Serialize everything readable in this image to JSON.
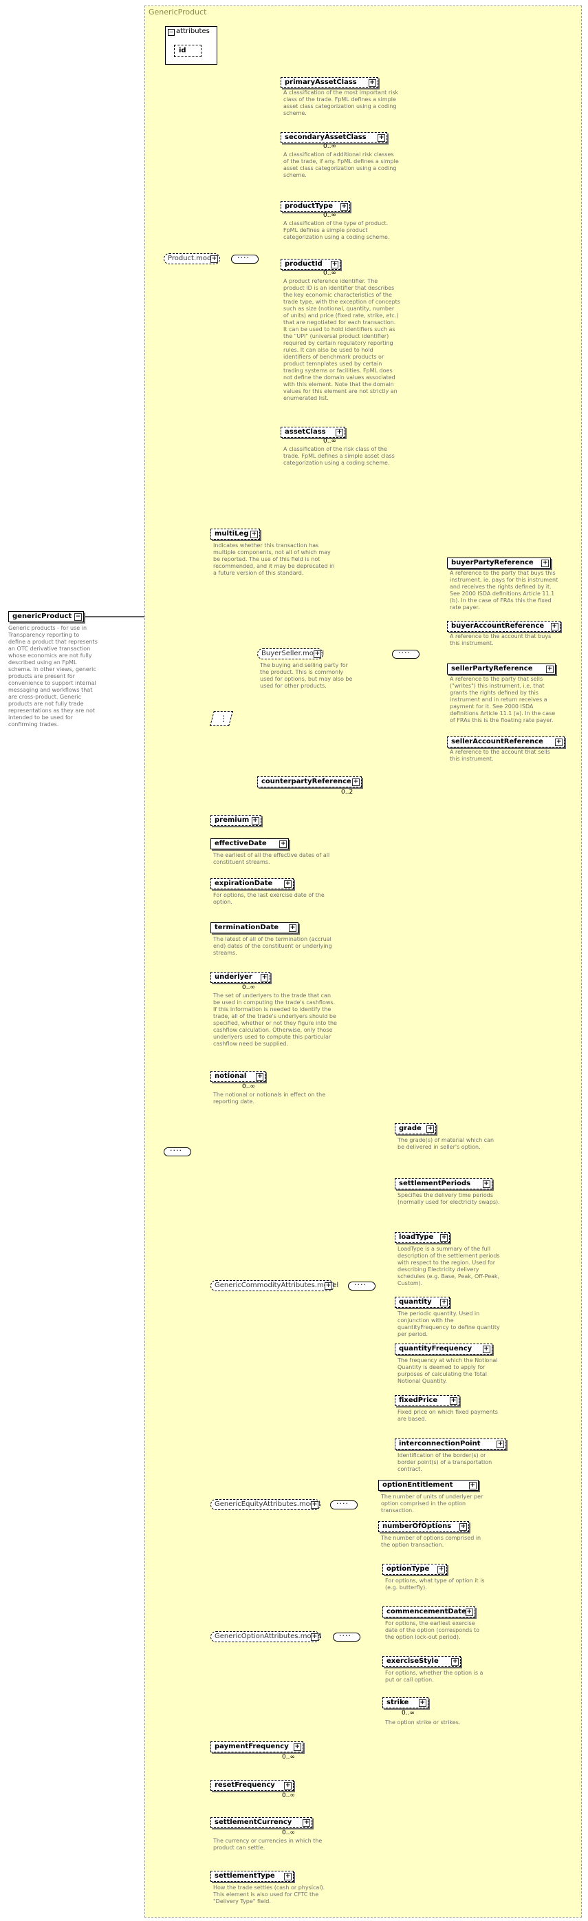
{
  "frame_title": "GenericProduct",
  "root": {
    "name": "genericProduct",
    "doc": "Generic products - for use in Transparency reporting to define a product that represents an OTC derivative transaction whose economics are not fully described using an FpML schema. In other views, generic products are present for convenience to support internal messaging and workflows that are cross-product. Generic products are not fully trade representations as they are not intended to be used for confirming trades."
  },
  "attributes": {
    "label": "attributes",
    "id": "id"
  },
  "groups": {
    "product_model": "Product.model",
    "buyer_seller_model": "BuyerSeller.model",
    "commodity": "GenericCommodityAttributes.model",
    "equity": "GenericEquityAttributes.model",
    "option": "GenericOptionAttributes.model"
  },
  "buyer_seller_doc": "The buying and selling party for the product. This is commonly used for options, but may also be used for other products.",
  "product_items": [
    {
      "name": "primaryAssetClass",
      "doc": "A classification of the most important risk class of the trade. FpML defines a simple asset class categorization using a coding scheme.",
      "card": ""
    },
    {
      "name": "secondaryAssetClass",
      "doc": "A classification of additional risk classes of the trade, if any. FpML defines a simple asset class categorization using a coding scheme.",
      "card": "0..∞"
    },
    {
      "name": "productType",
      "doc": "A classification of the type of product. FpML defines a simple product categorization using a coding scheme.",
      "card": "0..∞"
    },
    {
      "name": "productId",
      "doc": "A product reference identifier. The product ID is an identifier that describes the key economic characteristics of the trade type, with the exception of concepts such as size (notional, quantity, number of units) and price (fixed rate, strike, etc.) that are negotiated for each transaction. It can be used to hold identifiers such as the \"UPI\" (universal product identifier) required by certain regulatory reporting rules. It can also be used to hold identifiers of benchmark products or product temnplates used by certain trading systems or facilities. FpML does not define the domain values associated with this element. Note that the domain values for this element are not strictly an enumerated list.",
      "card": "0..∞"
    },
    {
      "name": "assetClass",
      "doc": "A classification of the risk class of the trade. FpML defines a simple asset class categorization using a coding scheme.",
      "card": "0..∞"
    }
  ],
  "multiLeg": {
    "name": "multiLeg",
    "doc": "Indicates whether this transaction has multiple components, not all of which may be reported. The use of this field is not recommended, and it may be deprecated in a future version of this standard."
  },
  "buyer_seller_items": [
    {
      "name": "buyerPartyReference",
      "doc": "A reference to the party that buys this instrument, ie. pays for this instrument and receives the rights defined by it. See 2000 ISDA definitions Article 11.1 (b). In the case of FRAs this the fixed rate payer."
    },
    {
      "name": "buyerAccountReference",
      "doc": "A reference to the account that buys this instrument."
    },
    {
      "name": "sellerPartyReference",
      "doc": "A reference to the party that sells (\"writes\") this instrument, i.e. that grants the rights defined by this instrument and in return receives a payment for it. See 2000 ISDA definitions Article 11.1 (a). In the case of FRAs this is the floating rate payer."
    },
    {
      "name": "sellerAccountReference",
      "doc": "A reference to the account that sells this instrument."
    }
  ],
  "counterparty": {
    "name": "counterpartyReference",
    "card": "0..2"
  },
  "main_items": [
    {
      "name": "premium",
      "doc": "",
      "card": ""
    },
    {
      "name": "effectiveDate",
      "doc": "The earliest of all the effective dates of all constituent streams.",
      "card": ""
    },
    {
      "name": "expirationDate",
      "doc": "For options, the last exercise date of the option.",
      "card": ""
    },
    {
      "name": "terminationDate",
      "doc": "The latest of all of the termination (accrual end) dates of the constituent or underlying streams.",
      "card": ""
    },
    {
      "name": "underlyer",
      "doc": "The set of underlyers to the trade that can be used in computing the trade's cashflows. If this information is needed to identify the trade, all of the trade's underlyers should be specified, whether or not they figure into the cashflow calculation. Otherwise, only those underlyers used to compute this particular cashflow need be supplied.",
      "card": "0..∞"
    },
    {
      "name": "notional",
      "doc": "The notional or notionals in effect on the reporting date.",
      "card": "0..∞"
    }
  ],
  "commodity_items": [
    {
      "name": "grade",
      "doc": "The grade(s) of material which can be delivered in seller's option."
    },
    {
      "name": "settlementPeriods",
      "doc": "Specifies the delivery time periods (normally used for electricity swaps)."
    },
    {
      "name": "loadType",
      "doc": "LoadType is a summary of the full description of the settlement periods with respect to the region. Used for describing Electricity delivery schedules (e.g. Base, Peak, Off-Peak, Custom)."
    },
    {
      "name": "quantity",
      "doc": "The periodic quantity. Used in conjunction with the quantityFrequency to define quantity per period."
    },
    {
      "name": "quantityFrequency",
      "doc": "The frequency at which the Notional Quantity is deemed to apply for purposes of calculating the Total Notional Quantity."
    },
    {
      "name": "fixedPrice",
      "doc": "Fixed price on which fixed payments are based."
    },
    {
      "name": "interconnectionPoint",
      "doc": "Identification of the border(s) or border point(s) of a transportation contract."
    }
  ],
  "equity_items": [
    {
      "name": "optionEntitlement",
      "doc": "The number of units of underlyer per option comprised in the option transaction."
    },
    {
      "name": "numberOfOptions",
      "doc": "The number of options comprised in the option transaction."
    }
  ],
  "option_items": [
    {
      "name": "optionType",
      "doc": "For options, what type of option it is (e.g. butterfly).",
      "card": ""
    },
    {
      "name": "commencementDate",
      "doc": "For options, the earliest exercise date of the option (corresponds to the option lock-out period).",
      "card": ""
    },
    {
      "name": "exerciseStyle",
      "doc": "For options, whether the option is a put or call option.",
      "card": ""
    },
    {
      "name": "strike",
      "doc": "The option strike or strikes.",
      "card": "0..∞"
    }
  ],
  "tail_items": [
    {
      "name": "paymentFrequency",
      "doc": "",
      "card": "0..∞"
    },
    {
      "name": "resetFrequency",
      "doc": "",
      "card": "0..∞"
    },
    {
      "name": "settlementCurrency",
      "doc": "The currency or currencies in which the product can settle.",
      "card": "0..∞"
    },
    {
      "name": "settlementType",
      "doc": "How the trade settles (cash or physical). This element is also used for CFTC the \"Delivery Type\" field.",
      "card": ""
    }
  ]
}
